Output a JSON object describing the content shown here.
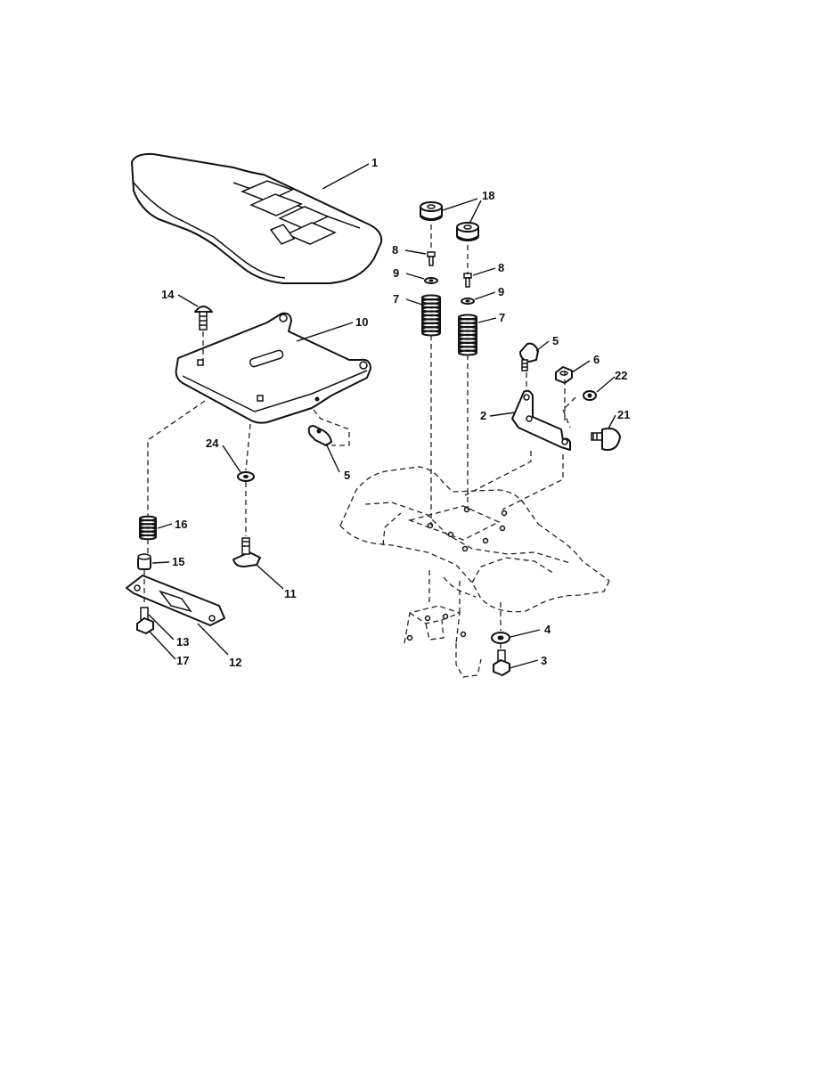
{
  "diagram": {
    "callouts": {
      "c1": "1",
      "c2": "2",
      "c3": "3",
      "c4": "4",
      "c5a": "5",
      "c5b": "5",
      "c6": "6",
      "c7a": "7",
      "c7b": "7",
      "c8a": "8",
      "c8b": "8",
      "c9a": "9",
      "c9b": "9",
      "c10": "10",
      "c11": "11",
      "c12": "12",
      "c13": "13",
      "c14": "14",
      "c15": "15",
      "c16": "16",
      "c17": "17",
      "c18": "18",
      "c21": "21",
      "c22": "22",
      "c24": "24"
    }
  }
}
